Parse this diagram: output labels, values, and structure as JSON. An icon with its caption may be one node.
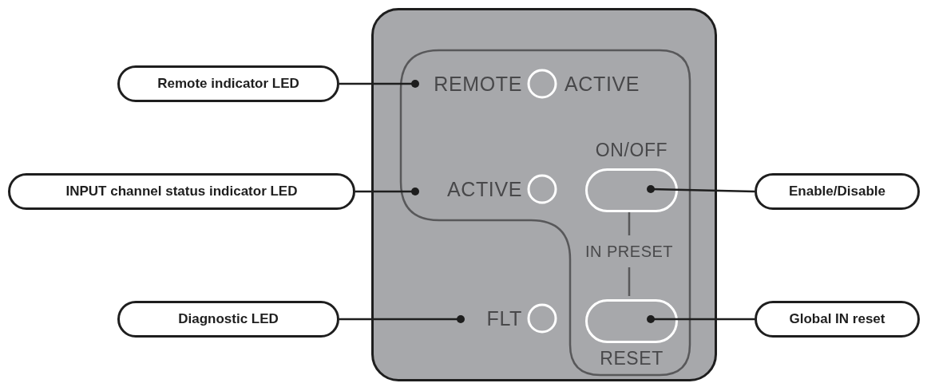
{
  "diagram": {
    "nodes": [
      {
        "text": [],
        "shape": "box"
      },
      {
        "text": [
          "Remote indicator LED"
        ]
      },
      {
        "text": [
          "INPUT channel status indicator LED"
        ]
      },
      {
        "text": [
          "Diagnostic LED"
        ]
      },
      {
        "text": [
          "Enable/Disable"
        ]
      },
      {
        "text": [
          "Global IN reset"
        ]
      },
      {
        "text": [
          "ON/OFF"
        ],
        "in": 0
      },
      {
        "text": [
          "RESET"
        ],
        "in": 0
      }
    ],
    "edges": [
      {
        "from": 1,
        "to": null,
        "arrow": "other"
      },
      {
        "from": 2,
        "to": null,
        "arrow": "other"
      },
      {
        "from": 3,
        "to": null,
        "arrow": "other"
      },
      {
        "from": 4,
        "to": 6,
        "arrow": "other"
      },
      {
        "from": 5,
        "to": 7,
        "arrow": "other"
      }
    ],
    "labels": [
      "REMOTE",
      "ACTIVE",
      "ACTIVE",
      "IN PRESET",
      "FLT"
    ]
  }
}
